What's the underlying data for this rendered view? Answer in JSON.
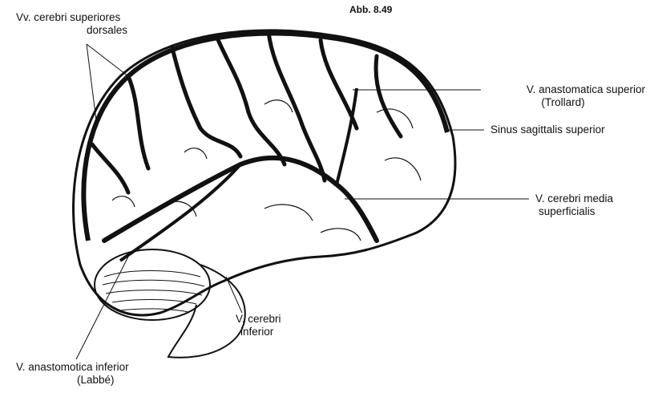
{
  "figure_number": "Abb. 8.49",
  "labels": {
    "vv_cerebri_superiores": [
      "Vv. cerebri superiores",
      "dorsales"
    ],
    "v_anastomatica_superior": [
      "V. anastomatica superior",
      "(Trollard)"
    ],
    "sinus_sagittalis": [
      "Sinus sagittalis superior"
    ],
    "v_cerebri_media": [
      "V. cerebri media",
      "superficialis"
    ],
    "v_cerebri_inferior": [
      "V. cerebri",
      "inferior"
    ],
    "v_anastomotica_inferior": [
      "V. anastomotica inferior",
      "(Labbé)"
    ]
  },
  "colors": {
    "ink": "#111111",
    "background": "#ffffff"
  }
}
